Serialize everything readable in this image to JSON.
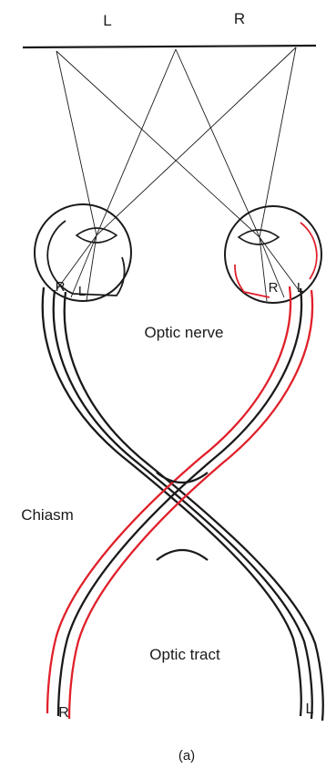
{
  "field_labels": {
    "left": "L",
    "right": "R"
  },
  "retina_labels": {
    "left_eye_temporal": "R",
    "left_eye_nasal": "L",
    "right_eye_nasal": "R",
    "right_eye_temporal": "L"
  },
  "structures": {
    "optic_nerve": "Optic nerve",
    "chiasm": "Chiasm",
    "optic_tract": "Optic tract"
  },
  "tract_ends": {
    "left_tract": "R",
    "right_tract": "L"
  },
  "caption": "(a)",
  "colors": {
    "line": "#1a1a1a",
    "highlight": "#e0202a",
    "background": "#ffffff"
  }
}
